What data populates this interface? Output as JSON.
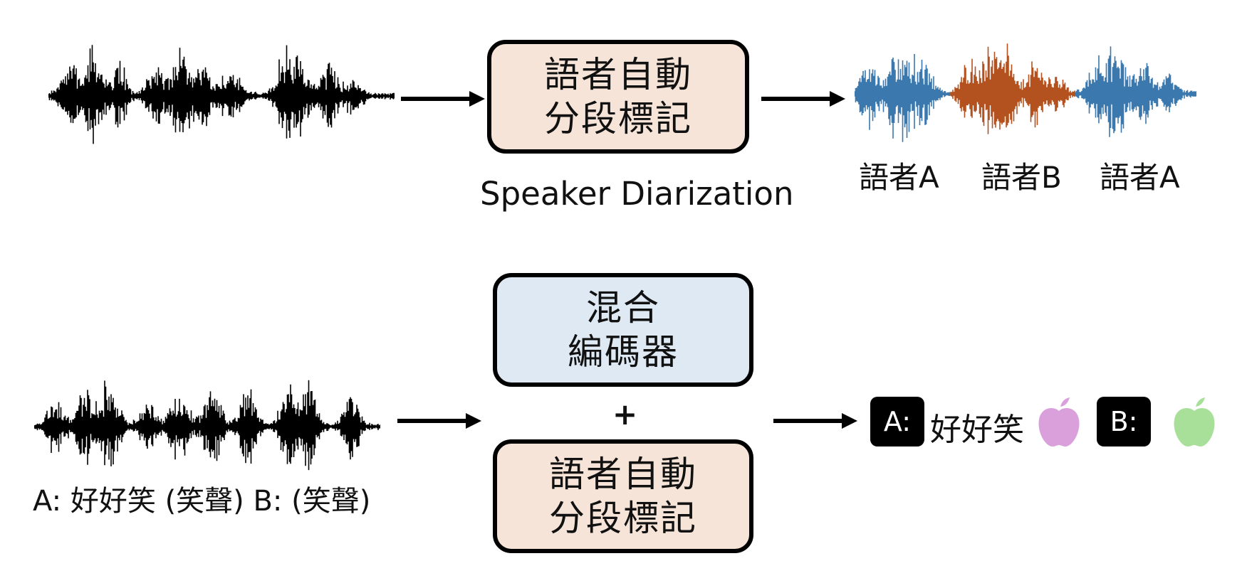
{
  "top": {
    "box": {
      "line1": "語者自動",
      "line2": "分段標記"
    },
    "caption": "Speaker Diarization",
    "segments": [
      {
        "label": "語者A",
        "color": "#3a78ad"
      },
      {
        "label": "語者B",
        "color": "#b4521f"
      },
      {
        "label": "語者A",
        "color": "#3a78ad"
      }
    ]
  },
  "bottom": {
    "transcript": "A: 好好笑 (笑聲) B: (笑聲)",
    "encoder_box": {
      "line1": "混合",
      "line2": "編碼器"
    },
    "plus": "+",
    "diar_box": {
      "line1": "語者自動",
      "line2": "分段標記"
    },
    "output": {
      "speaker_a_tag": "A:",
      "speaker_a_text": "好好笑",
      "speaker_a_icon": "apple-icon",
      "speaker_a_icon_color": "#d9a0dc",
      "speaker_b_tag": "B:",
      "speaker_b_icon": "apple-icon",
      "speaker_b_icon_color": "#a8e09a"
    }
  },
  "colors": {
    "waveform": "#000000",
    "speaker_a": "#3a78ad",
    "speaker_b": "#b4521f",
    "diarization_box": "#f6e4d8",
    "encoder_box": "#dfe9f4"
  }
}
